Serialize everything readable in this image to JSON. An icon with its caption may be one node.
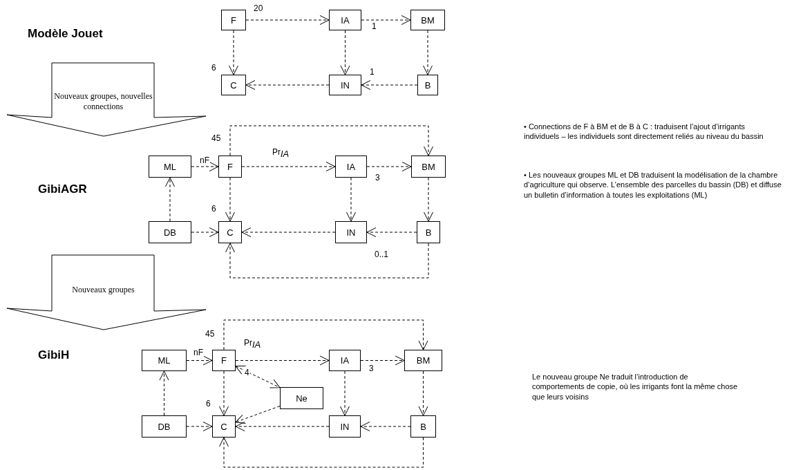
{
  "diagram": {
    "nodes": [
      {
        "text": [
          "F"
        ]
      },
      {
        "text": [
          "IA"
        ]
      },
      {
        "text": [
          "BM"
        ]
      },
      {
        "text": [
          "C"
        ]
      },
      {
        "text": [
          "IN"
        ]
      },
      {
        "text": [
          "B"
        ]
      },
      {
        "text": [
          "Nouveaux groupes, nouvelles connections"
        ]
      },
      {
        "text": [
          "ML"
        ]
      },
      {
        "text": [
          "F"
        ]
      },
      {
        "text": [
          "IA"
        ]
      },
      {
        "text": [
          "BM"
        ]
      },
      {
        "text": [
          "DB"
        ]
      },
      {
        "text": [
          "C"
        ]
      },
      {
        "text": [
          "IN"
        ]
      },
      {
        "text": [
          "B"
        ]
      },
      {
        "text": [
          "Nouveaux groupes"
        ]
      },
      {
        "text": [
          "ML"
        ]
      },
      {
        "text": [
          "F"
        ]
      },
      {
        "text": [
          "IA"
        ]
      },
      {
        "text": [
          "BM"
        ]
      },
      {
        "text": [
          "Ne"
        ]
      },
      {
        "text": [
          "DB"
        ]
      },
      {
        "text": [
          "C"
        ]
      },
      {
        "text": [
          "IN"
        ]
      },
      {
        "text": [
          "B"
        ]
      }
    ],
    "edges": [
      {
        "from": 0,
        "to": 1,
        "arrow": "to",
        "label": "20"
      },
      {
        "from": 1,
        "to": 2,
        "arrow": "to",
        "label": "1"
      },
      {
        "from": 0,
        "to": 3,
        "arrow": "to",
        "label": "6"
      },
      {
        "from": 1,
        "to": 4,
        "arrow": "to"
      },
      {
        "from": 2,
        "to": 5,
        "arrow": "to"
      },
      {
        "from": 5,
        "to": 4,
        "arrow": "to",
        "label": "1"
      },
      {
        "from": 4,
        "to": 3,
        "arrow": "to"
      },
      {
        "from": 7,
        "to": 8,
        "arrow": "to",
        "label": "nF"
      },
      {
        "from": 8,
        "to": 9,
        "arrow": "to",
        "label": "Pr$_{IA}$"
      },
      {
        "from": 8,
        "to": 10,
        "arrow": "to",
        "label": "45"
      },
      {
        "from": 9,
        "to": 10,
        "arrow": "to",
        "label": "3"
      },
      {
        "from": 8,
        "to": 12,
        "arrow": "to",
        "label": "6"
      },
      {
        "from": 9,
        "to": 13,
        "arrow": "to"
      },
      {
        "from": 10,
        "to": 14,
        "arrow": "to"
      },
      {
        "from": 14,
        "to": 13,
        "arrow": "to",
        "label": "0..1"
      },
      {
        "from": 13,
        "to": 12,
        "arrow": "to"
      },
      {
        "from": 11,
        "to": 12,
        "arrow": "to"
      },
      {
        "from": 11,
        "to": 7,
        "arrow": "to"
      },
      {
        "from": 14,
        "to": 12,
        "arrow": "to"
      },
      {
        "from": 16,
        "to": 17,
        "arrow": "to",
        "label": "nF"
      },
      {
        "from": 17,
        "to": 18,
        "arrow": "to",
        "label": "Pr$_{IA}$"
      },
      {
        "from": 17,
        "to": 19,
        "arrow": "to",
        "label": "45"
      },
      {
        "from": 18,
        "to": 19,
        "arrow": "to",
        "label": "3"
      },
      {
        "from": 17,
        "to": 20,
        "arrow": "both",
        "label": "4"
      },
      {
        "from": 20,
        "to": 22,
        "arrow": "to"
      },
      {
        "from": 17,
        "to": 22,
        "arrow": "to",
        "label": "6"
      },
      {
        "from": 18,
        "to": 23,
        "arrow": "to"
      },
      {
        "from": 19,
        "to": 24,
        "arrow": "to"
      },
      {
        "from": 24,
        "to": 23,
        "arrow": "to"
      },
      {
        "from": 23,
        "to": 22,
        "arrow": "to"
      },
      {
        "from": 21,
        "to": 22,
        "arrow": "to"
      },
      {
        "from": 21,
        "to": 16,
        "arrow": "to"
      },
      {
        "from": 24,
        "to": 22,
        "arrow": "to"
      }
    ],
    "labels": [
      "Modèle Jouet",
      "• Connections de F à BM et de B à C : traduisent l’ajout d’irrigants individuels – les individuels sont directement reliés au niveau du bassin",
      "• Les nouveaux groupes ML et DB  traduisent la modélisation de la chambre d’agriculture qui observe. L’ensemble des parcelles du bassin (DB) et diffuse un bulletin d’information à toutes les exploitations (ML)",
      "GibiAGR",
      "GibiH",
      "Le nouveau groupe Ne traduit l’introduction de comportements de copie, où les irrigants font la même chose que leurs voisins"
    ]
  }
}
